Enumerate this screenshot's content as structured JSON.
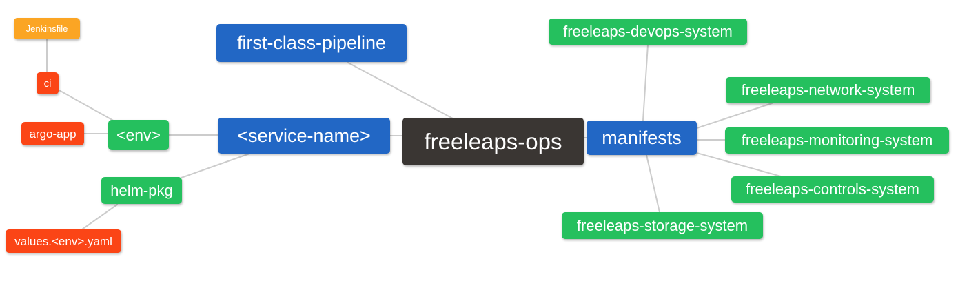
{
  "diagram": {
    "type": "mindmap",
    "root_label": "freeleaps-ops",
    "colors": {
      "background": "#ffffff",
      "text": "#ffffff",
      "edge": "#cccccc",
      "level0": "#3a3633",
      "level1": "#2267c5",
      "level2": "#25c05e",
      "level3": "#fb4516",
      "level4": "#fba524"
    },
    "nodes": [
      {
        "id": "freeleaps-ops",
        "label": "freeleaps-ops",
        "level": 0
      },
      {
        "id": "first-class-pipeline",
        "label": "first-class-pipeline",
        "level": 1
      },
      {
        "id": "service-name",
        "label": "<service-name>",
        "level": 1
      },
      {
        "id": "manifests",
        "label": "manifests",
        "level": 1
      },
      {
        "id": "env",
        "label": "<env>",
        "level": 2
      },
      {
        "id": "helm-pkg",
        "label": "helm-pkg",
        "level": 2
      },
      {
        "id": "argo-app",
        "label": "argo-app",
        "level": 3
      },
      {
        "id": "ci",
        "label": "ci",
        "level": 3
      },
      {
        "id": "jenkinsfile",
        "label": "Jenkinsfile",
        "level": 4
      },
      {
        "id": "values-env-yaml",
        "label": "values.<env>.yaml",
        "level": 3
      },
      {
        "id": "freeleaps-devops-system",
        "label": "freeleaps-devops-system",
        "level": 2
      },
      {
        "id": "freeleaps-network-system",
        "label": "freeleaps-network-system",
        "level": 2
      },
      {
        "id": "freeleaps-monitoring-system",
        "label": "freeleaps-monitoring-system",
        "level": 2
      },
      {
        "id": "freeleaps-controls-system",
        "label": "freeleaps-controls-system",
        "level": 2
      },
      {
        "id": "freeleaps-storage-system",
        "label": "freeleaps-storage-system",
        "level": 2
      }
    ],
    "edges": [
      [
        "jenkinsfile",
        "ci"
      ],
      [
        "ci",
        "env"
      ],
      [
        "argo-app",
        "env"
      ],
      [
        "env",
        "service-name"
      ],
      [
        "helm-pkg",
        "service-name"
      ],
      [
        "values-env-yaml",
        "helm-pkg"
      ],
      [
        "first-class-pipeline",
        "freeleaps-ops"
      ],
      [
        "service-name",
        "freeleaps-ops"
      ],
      [
        "freeleaps-ops",
        "manifests"
      ],
      [
        "manifests",
        "freeleaps-devops-system"
      ],
      [
        "manifests",
        "freeleaps-network-system"
      ],
      [
        "manifests",
        "freeleaps-monitoring-system"
      ],
      [
        "manifests",
        "freeleaps-controls-system"
      ],
      [
        "manifests",
        "freeleaps-storage-system"
      ]
    ]
  }
}
